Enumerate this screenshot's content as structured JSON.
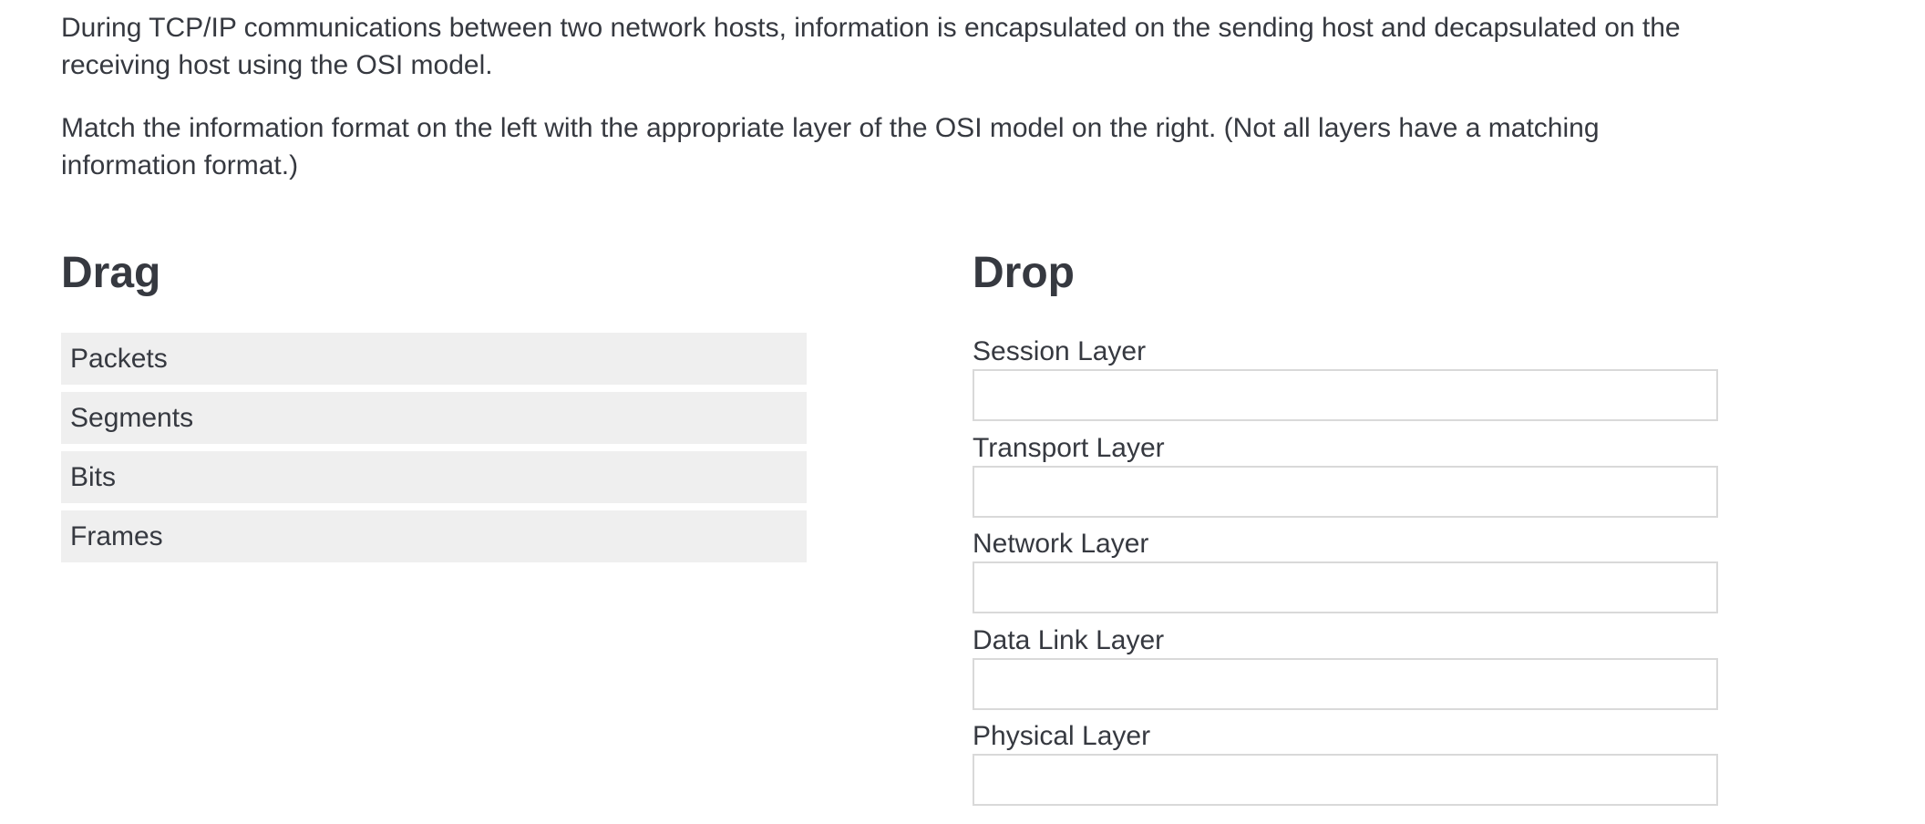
{
  "instructions": {
    "paragraph_1": "During TCP/IP communications between two network hosts, information is encapsulated on the sending host and decapsulated on the receiving host using the OSI model.",
    "paragraph_2": "Match the information format on the left with the appropriate layer of the OSI model on the right. (Not all layers have a matching information format.)"
  },
  "drag": {
    "heading": "Drag",
    "items": [
      {
        "label": "Packets"
      },
      {
        "label": "Segments"
      },
      {
        "label": "Bits"
      },
      {
        "label": "Frames"
      }
    ]
  },
  "drop": {
    "heading": "Drop",
    "targets": [
      {
        "label": "Session Layer",
        "value": ""
      },
      {
        "label": "Transport Layer",
        "value": ""
      },
      {
        "label": "Network Layer",
        "value": ""
      },
      {
        "label": "Data Link Layer",
        "value": ""
      },
      {
        "label": "Physical Layer",
        "value": ""
      }
    ]
  }
}
